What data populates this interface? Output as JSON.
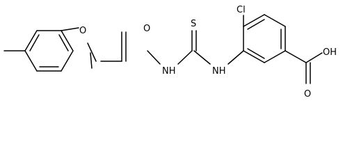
{
  "structure": {
    "atom_labels": {
      "cl": "Cl",
      "s": "S",
      "o_carbonyl": "O",
      "o_ether": "O",
      "nh_left": "NH",
      "nh_right": "NH",
      "cooh_o": "O",
      "cooh_oh": "OH"
    }
  }
}
